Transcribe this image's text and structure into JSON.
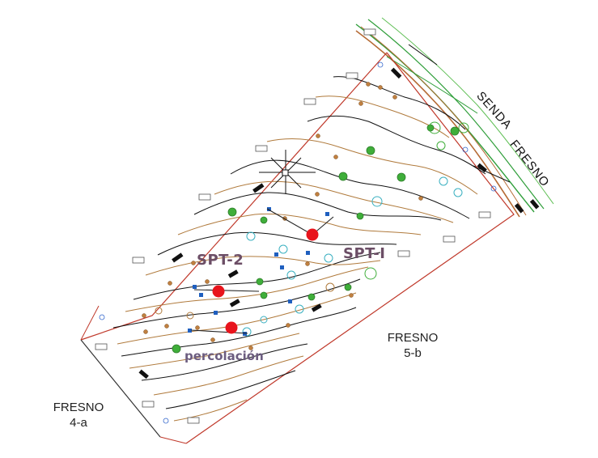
{
  "map": {
    "road_name_1": "SENDA",
    "road_name_2": "FRESNO",
    "zones": [
      {
        "line1": "FRESNO",
        "line2": "4-a"
      },
      {
        "line1": "FRESNO",
        "line2": "5-b"
      }
    ],
    "test_points": [
      {
        "label": "SPT-2"
      },
      {
        "label": "SPT-I"
      },
      {
        "label": "percolación"
      }
    ],
    "colors": {
      "boundary": "#c0392b",
      "contour_major": "#111111",
      "contour_minor": "#b07a3c",
      "road": "#2f9e3a",
      "test_marker": "#e8141c",
      "tree": "#3fae3a",
      "survey_point": "#1f5fbf"
    }
  }
}
